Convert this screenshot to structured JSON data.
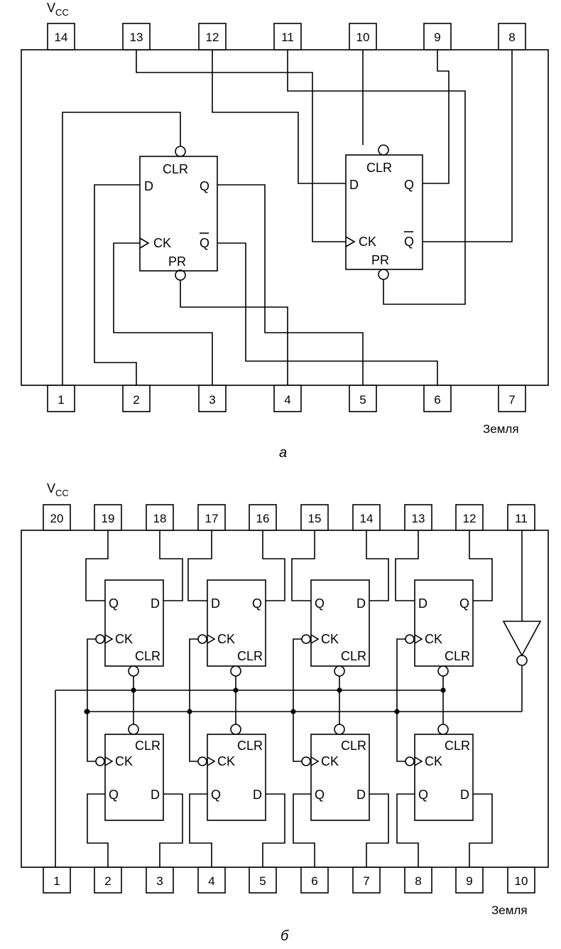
{
  "diagram_a": {
    "vcc": "V",
    "vcc_sub": "CC",
    "ground": "Земля",
    "caption": "а",
    "top_pins": [
      "14",
      "13",
      "12",
      "11",
      "10",
      "9",
      "8"
    ],
    "bottom_pins": [
      "1",
      "2",
      "3",
      "4",
      "5",
      "6",
      "7"
    ],
    "ff_left": {
      "clr": "CLR",
      "d": "D",
      "q": "Q",
      "ck": "CK",
      "qbar": "Q",
      "pr": "PR"
    },
    "ff_right": {
      "clr": "CLR",
      "d": "D",
      "q": "Q",
      "ck": "CK",
      "qbar": "Q",
      "pr": "PR"
    }
  },
  "diagram_b": {
    "vcc": "V",
    "vcc_sub": "CC",
    "ground": "Земля",
    "caption": "б",
    "top_pins": [
      "20",
      "19",
      "18",
      "17",
      "16",
      "15",
      "14",
      "13",
      "12",
      "11"
    ],
    "bottom_pins": [
      "1",
      "2",
      "3",
      "4",
      "5",
      "6",
      "7",
      "8",
      "9",
      "10"
    ],
    "upper_ffs": [
      {
        "left": "Q",
        "right": "D",
        "ck": "CK",
        "clr": "CLR"
      },
      {
        "left": "D",
        "right": "Q",
        "ck": "CK",
        "clr": "CLR"
      },
      {
        "left": "Q",
        "right": "D",
        "ck": "CK",
        "clr": "CLR"
      },
      {
        "left": "D",
        "right": "Q",
        "ck": "CK",
        "clr": "CLR"
      }
    ],
    "lower_ffs": [
      {
        "left": "Q",
        "right": "D",
        "ck": "CK",
        "clr": "CLR"
      },
      {
        "left": "Q",
        "right": "D",
        "ck": "CK",
        "clr": "CLR"
      },
      {
        "left": "Q",
        "right": "D",
        "ck": "CK",
        "clr": "CLR"
      },
      {
        "left": "Q",
        "right": "D",
        "ck": "CK",
        "clr": "CLR"
      }
    ]
  }
}
